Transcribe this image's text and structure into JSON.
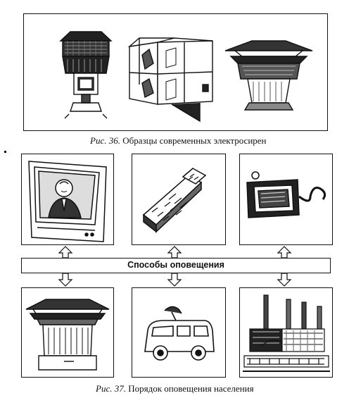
{
  "fig36": {
    "caption_prefix": "Рис. 36.",
    "caption_text": "Образцы современных электросирен"
  },
  "fig37": {
    "band_label": "Способы оповещения",
    "caption_prefix": "Рис. 37.",
    "caption_text": "Порядок оповещения населения"
  },
  "icons": {
    "top": [
      "tv-presenter-icon",
      "telephone-handset-icon",
      "radio-receiver-icon"
    ],
    "bottom": [
      "siren-icon",
      "loudspeaker-van-icon",
      "factory-horn-icon"
    ]
  }
}
